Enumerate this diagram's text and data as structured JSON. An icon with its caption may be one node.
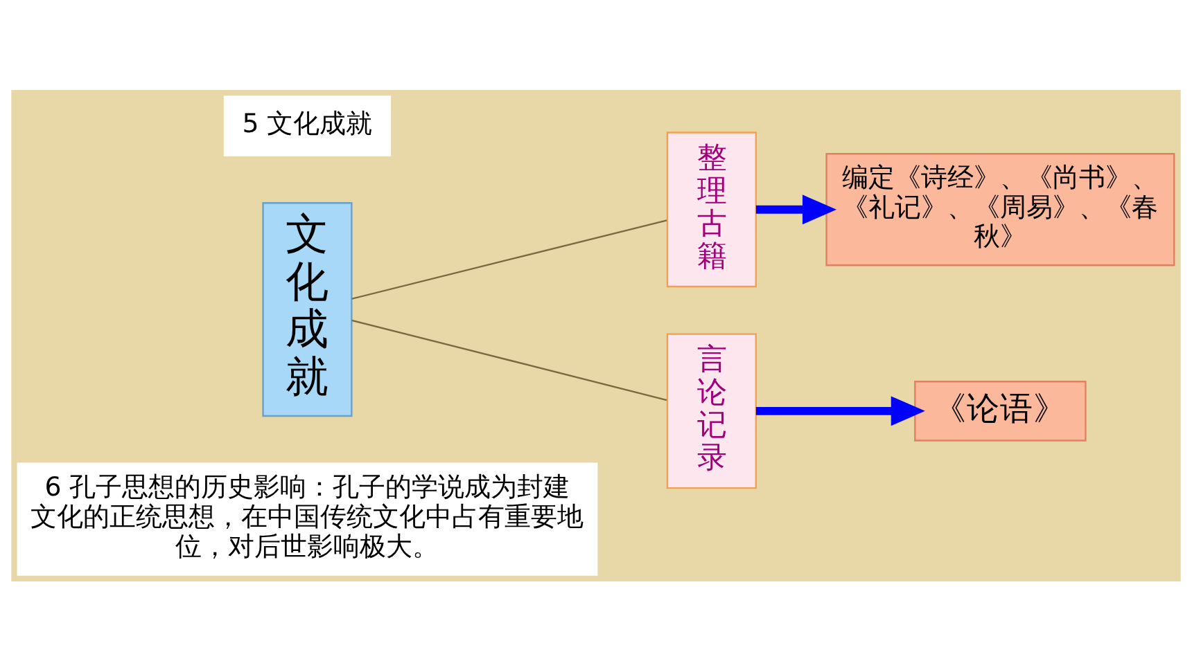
{
  "diagram": {
    "nodes": [
      {
        "text": [
          "5 文化成就"
        ]
      },
      {
        "text": [
          "文化成就"
        ]
      },
      {
        "text": [
          "整理古籍"
        ]
      },
      {
        "text": [
          "言论记录"
        ]
      },
      {
        "text": [
          "编定《诗经》、《尚书》、《礼记》、《周易》、《春秋》"
        ]
      },
      {
        "text": [
          "《论语》"
        ]
      },
      {
        "text": [
          "6 孔子思想的历史影响：孔子的学说成为封建文化的正统思想，在中国传统文化中占有重要地位，对后世影响极大。"
        ]
      }
    ],
    "edges": [
      {
        "from": 1,
        "to": 2,
        "arrow": "none"
      },
      {
        "from": 1,
        "to": 3,
        "arrow": "none"
      },
      {
        "from": 2,
        "to": 4,
        "arrow": "to",
        "style": "thick",
        "color": "#0000ff"
      },
      {
        "from": 3,
        "to": 5,
        "arrow": "to",
        "style": "thick",
        "color": "#0000ff"
      }
    ]
  }
}
